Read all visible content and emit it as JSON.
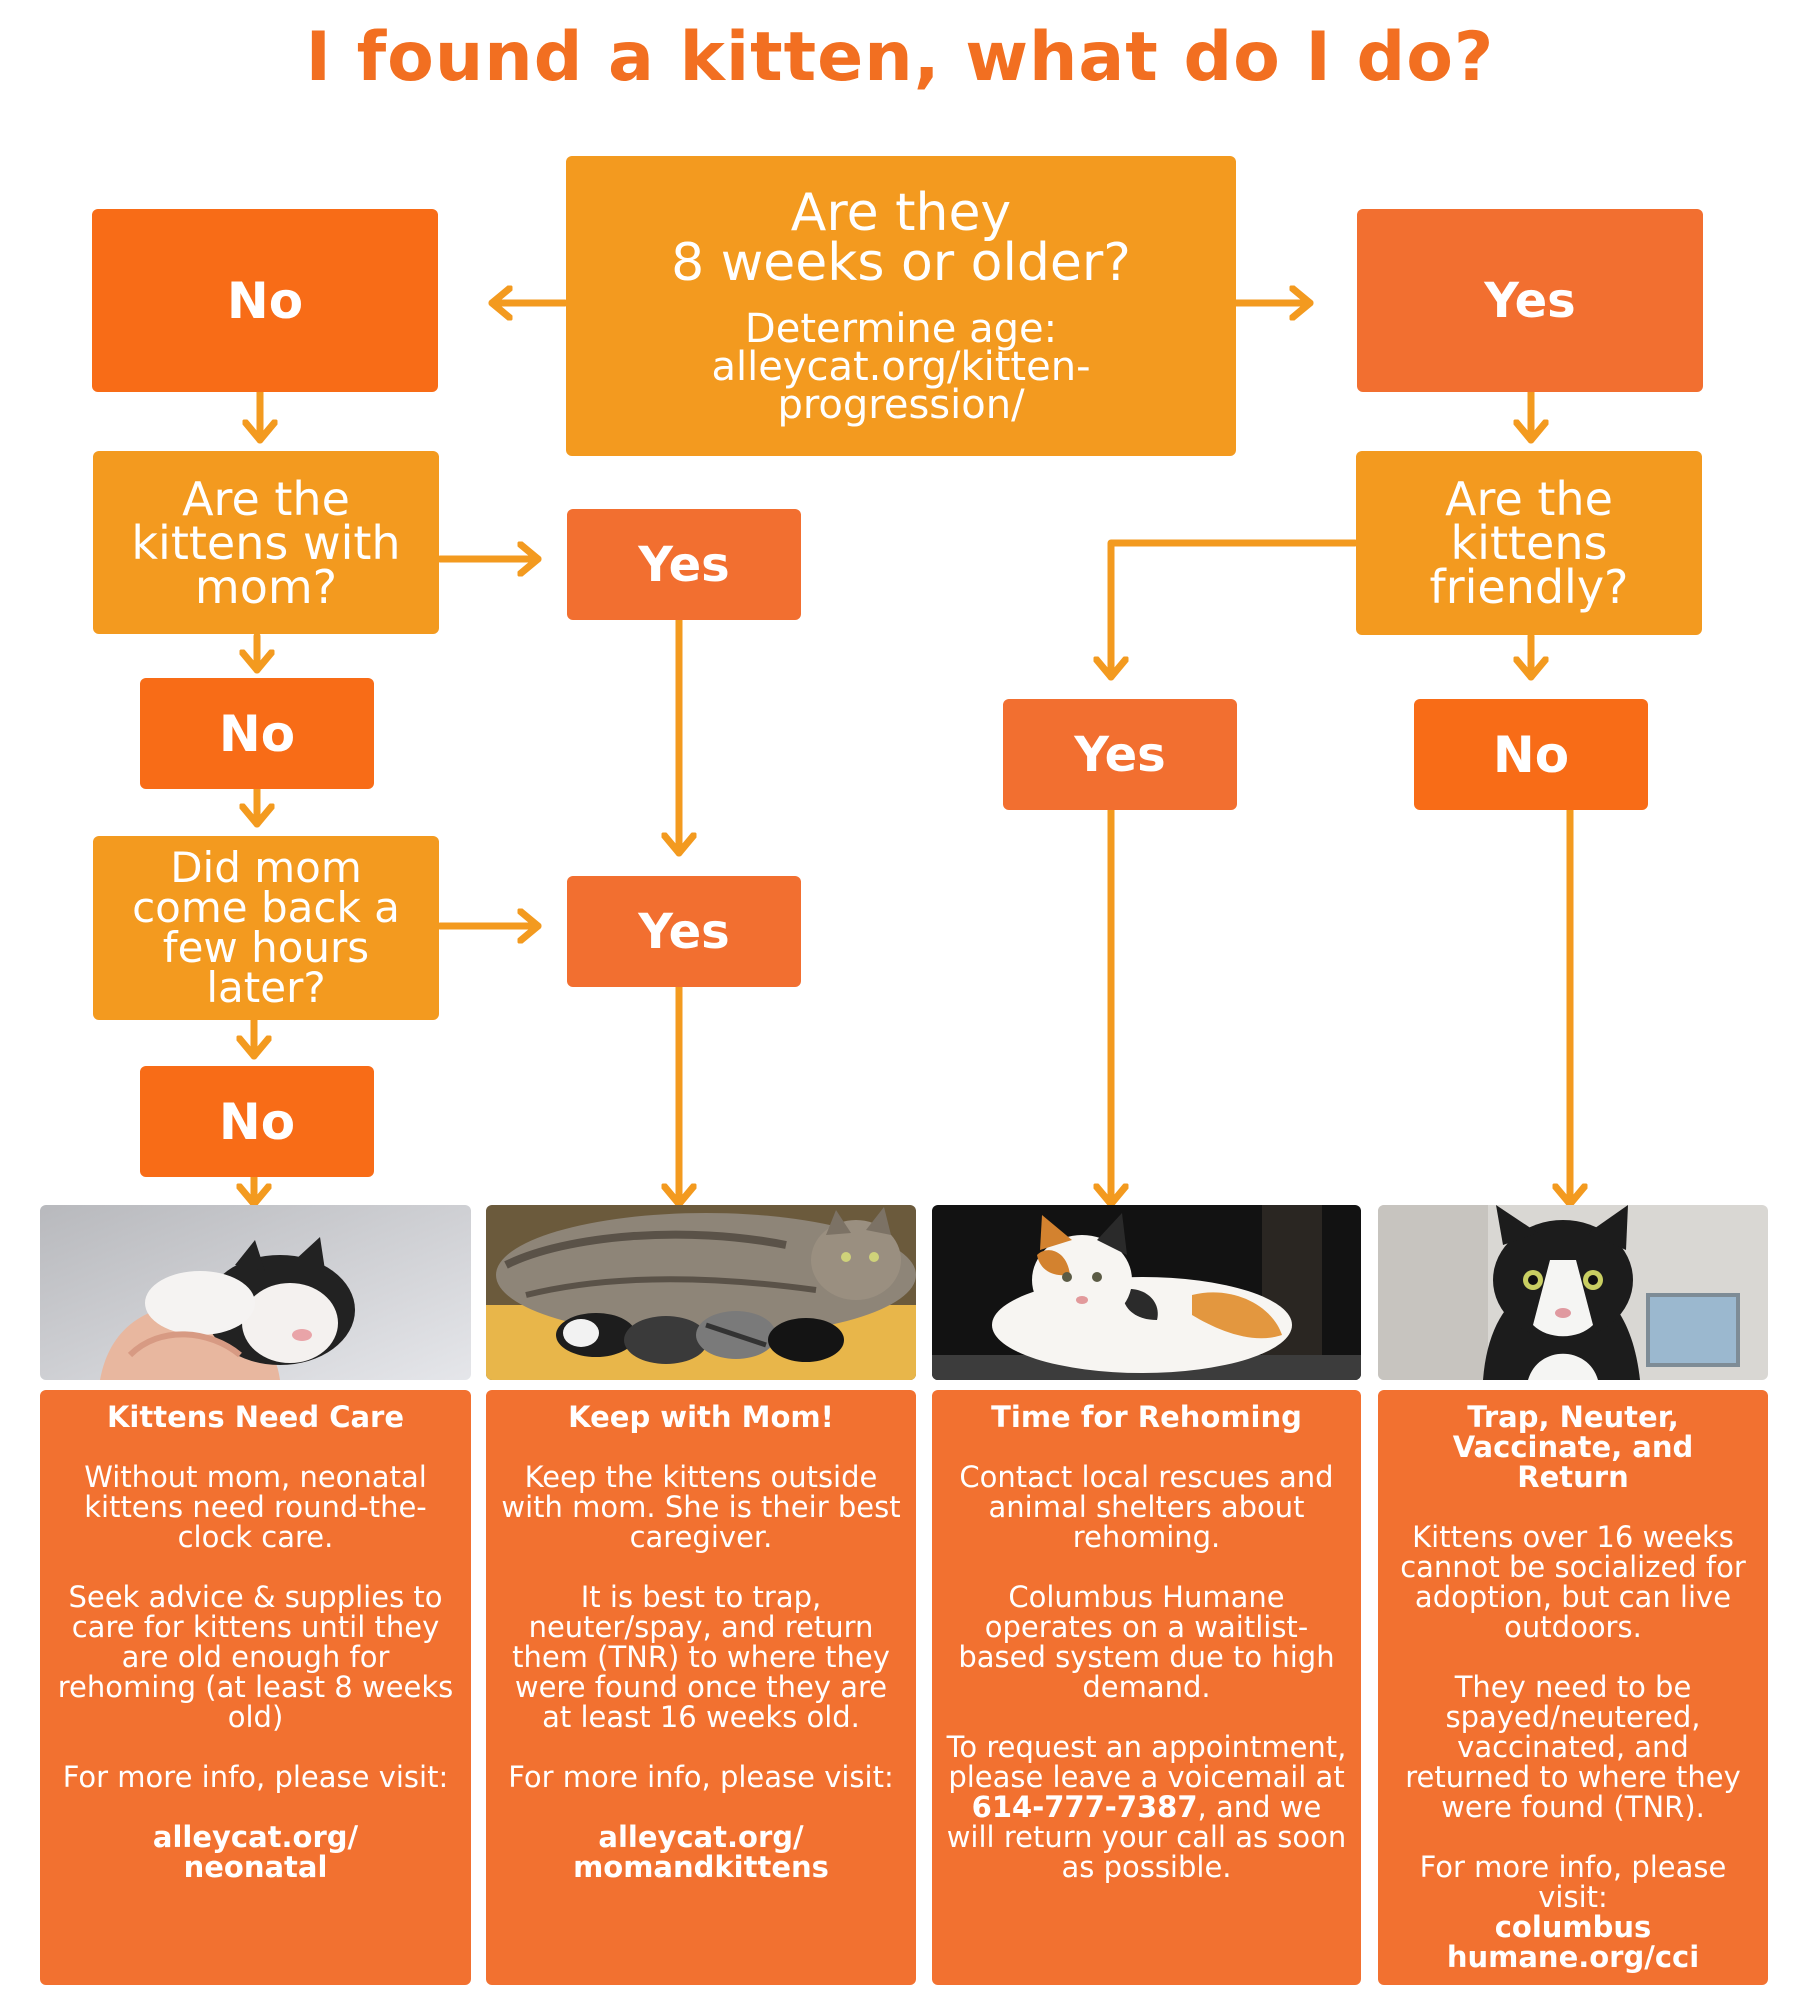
{
  "title": "I found a kitten, what do I do?",
  "main_question": {
    "line1": "Are they",
    "line2": "8 weeks or older?",
    "hint1": "Determine age:",
    "hint2": "alleycat.org/kitten-",
    "hint3": "progression/"
  },
  "left": {
    "no_1": "No",
    "q_mom_1": "Are the",
    "q_mom_2": "kittens with",
    "q_mom_3": "mom?",
    "yes_mom": "Yes",
    "no_2": "No",
    "q_back_1": "Did mom",
    "q_back_2": "come back a",
    "q_back_3": "few hours",
    "q_back_4": "later?",
    "yes_back": "Yes",
    "no_3": "No"
  },
  "right": {
    "yes_1": "Yes",
    "q_friendly_1": "Are the",
    "q_friendly_2": "kittens",
    "q_friendly_3": "friendly?",
    "yes_friendly": "Yes",
    "no_friendly": "No"
  },
  "cards": [
    {
      "title": "Kittens Need Care",
      "p1": "Without mom, neonatal kittens need round-the-clock care.",
      "p2": "Seek advice & supplies to care for kittens until they are old enough for rehoming (at least 8 weeks old)",
      "p3": "For more info, please visit:",
      "link1": "alleycat.org/",
      "link2": "neonatal"
    },
    {
      "title": "Keep with Mom!",
      "p1": "Keep the kittens outside with mom. She is their best caregiver.",
      "p2": "It is best to trap, neuter/spay, and return them (TNR) to where they were found once they are at least 16 weeks old.",
      "p3": "For more info, please visit:",
      "link1": "alleycat.org/",
      "link2": "momandkittens"
    },
    {
      "title": "Time for Rehoming",
      "p1": "Contact local rescues and animal shelters about rehoming.",
      "p2": "Columbus Humane operates on a waitlist-based system due to high demand.",
      "p3a": "To request an appointment, please leave a voicemail at ",
      "phone": "614-777-7387",
      "p3b": ", and we will return your call as soon as possible."
    },
    {
      "title1": "Trap, Neuter,",
      "title2": "Vaccinate, and Return",
      "p1": "Kittens over 16 weeks cannot be socialized for adoption, but can live outdoors.",
      "p2": "They need to be spayed/neutered, vaccinated, and returned to where they were found (TNR).",
      "p3": "For more info, please visit:",
      "link1": "columbus",
      "link2": "humane.org/cci"
    }
  ],
  "colors": {
    "title": "#f26f21",
    "question": "#f39a1f",
    "answer": "#f86c17",
    "card": "#f27130",
    "arrow": "#f39a1f"
  }
}
